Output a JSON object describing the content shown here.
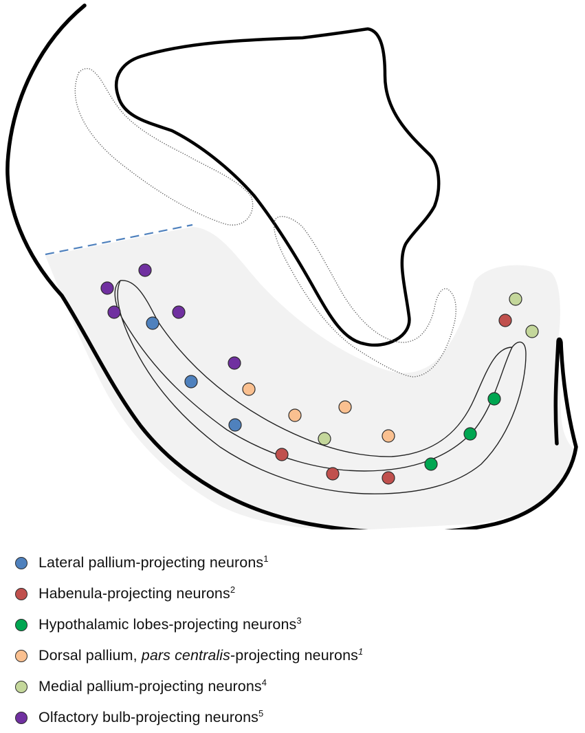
{
  "legend": [
    {
      "id": "lateral",
      "color": "#4f81bd",
      "text_before": "Lateral pallium-projecting neurons",
      "italic": "",
      "text_after": "",
      "sup": "1",
      "sup_italic": false
    },
    {
      "id": "habenula",
      "color": "#c0504d",
      "text_before": "Habenula-projecting neurons",
      "italic": "",
      "text_after": "",
      "sup": "2",
      "sup_italic": false
    },
    {
      "id": "hypothalamic",
      "color": "#00a651",
      "text_before": "Hypothalamic lobes-projecting neurons",
      "italic": "",
      "text_after": "",
      "sup": "3",
      "sup_italic": false
    },
    {
      "id": "dorsal",
      "color": "#fac090",
      "text_before": "Dorsal pallium, ",
      "italic": "pars centralis",
      "text_after": "-projecting neurons",
      "sup": "1",
      "sup_italic": true
    },
    {
      "id": "medial",
      "color": "#c4d79b",
      "text_before": "Medial pallium-projecting neurons",
      "italic": "",
      "text_after": "",
      "sup": "4",
      "sup_italic": false
    },
    {
      "id": "olfactory",
      "color": "#7030a0",
      "text_before": "Olfactory bulb-projecting neurons",
      "italic": "",
      "text_after": "",
      "sup": "5",
      "sup_italic": false
    }
  ],
  "neurons": [
    {
      "type": "olfactory"
    },
    {
      "type": "olfactory"
    },
    {
      "type": "olfactory"
    },
    {
      "type": "olfactory"
    },
    {
      "type": "olfactory"
    },
    {
      "type": "lateral"
    },
    {
      "type": "lateral"
    },
    {
      "type": "lateral"
    },
    {
      "type": "dorsal"
    },
    {
      "type": "dorsal"
    },
    {
      "type": "dorsal"
    },
    {
      "type": "dorsal"
    },
    {
      "type": "medial"
    },
    {
      "type": "medial"
    },
    {
      "type": "medial"
    },
    {
      "type": "habenula"
    },
    {
      "type": "habenula"
    },
    {
      "type": "habenula"
    },
    {
      "type": "habenula"
    },
    {
      "type": "hypothalamic"
    },
    {
      "type": "hypothalamic"
    },
    {
      "type": "hypothalamic"
    }
  ]
}
